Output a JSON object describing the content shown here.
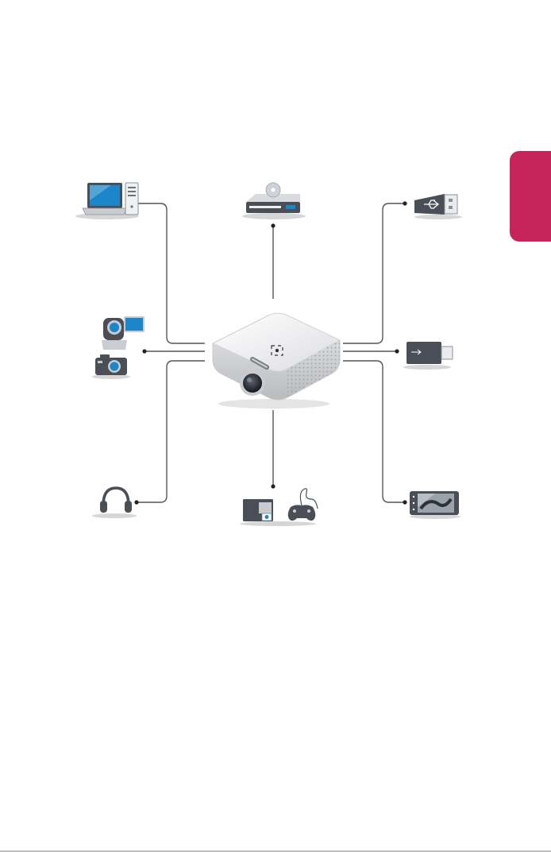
{
  "colors": {
    "accent_tab": "#c8245c",
    "line": "#555555",
    "icon_dark": "#4a4f57",
    "icon_light": "#e6e8eb",
    "screen_blue": "#1b86c9",
    "shadow": "#d6d6d6"
  },
  "devices": [
    {
      "id": "pc",
      "icon": "laptop-desktop-icon"
    },
    {
      "id": "camcorder-camera",
      "icon": "camcorder-camera-icon"
    },
    {
      "id": "headphones",
      "icon": "headphones-icon"
    },
    {
      "id": "dvd-player",
      "icon": "dvd-player-icon"
    },
    {
      "id": "set-top-box-gamepad",
      "icon": "set-top-box-gamepad-icon"
    },
    {
      "id": "usb-drive",
      "icon": "usb-drive-icon"
    },
    {
      "id": "usb-dongle",
      "icon": "usb-dongle-icon"
    },
    {
      "id": "smartphone",
      "icon": "smartphone-icon"
    }
  ],
  "center_device": {
    "icon": "projector-icon"
  }
}
